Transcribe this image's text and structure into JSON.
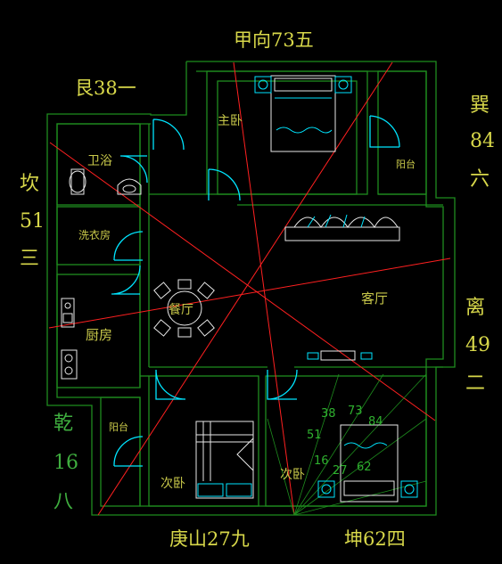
{
  "directions": {
    "top": "甲向73五",
    "top_left": "艮38一",
    "right_top": [
      "巽",
      "84",
      "六"
    ],
    "left": [
      "坎",
      "51",
      "三"
    ],
    "right_mid": [
      "离",
      "49",
      "二"
    ],
    "left_bottom": [
      "乾",
      "16",
      "八"
    ],
    "bottom_left": "庚山27九",
    "bottom_right": "坤62四"
  },
  "rooms": {
    "master_bedroom": "主卧",
    "balcony_top": "阳台",
    "bathroom": "卫浴",
    "laundry": "洗衣房",
    "dining": "餐厅",
    "living_room": "客厅",
    "kitchen": "厨房",
    "balcony_bottom": "阳台",
    "second_bedroom_left": "次卧",
    "second_bedroom_right": "次卧"
  },
  "sector_numbers": {
    "n38": "38",
    "n73": "73",
    "n84": "84",
    "n51": "51",
    "n16": "16",
    "n27": "27",
    "n62": "62"
  },
  "colors": {
    "wall": "#1e8c1e",
    "furniture": "#e8e8e8",
    "door": "#00e5ff",
    "axis": "#ff2020",
    "label": "#d8d84a"
  }
}
